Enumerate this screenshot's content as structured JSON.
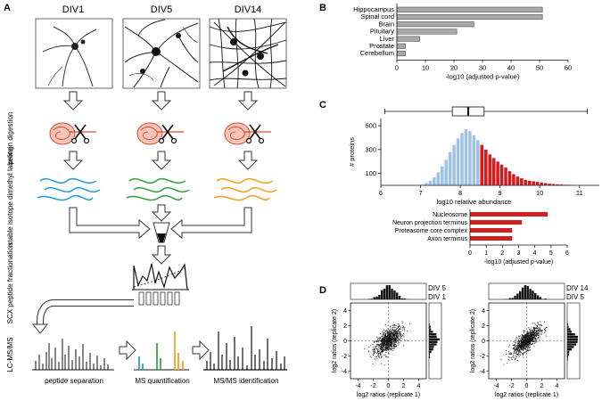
{
  "panels": {
    "a": "A",
    "b": "B",
    "c": "C",
    "d": "D"
  },
  "panel_a": {
    "conditions": [
      "DIV1",
      "DIV5",
      "DIV14"
    ],
    "steps": [
      "protein digestion",
      "stable isotope dimethyl labeling",
      "SCX peptide fractionation",
      "LC-MS/MS"
    ],
    "bottom_labels": [
      "peptide separation",
      "MS quantification",
      "MS/MS identification"
    ]
  },
  "colors": {
    "blue": "#2a9fd6",
    "green": "#3aa34a",
    "orange": "#f0a526",
    "protein_red": "#d94a2a",
    "bar_gray": "#a8a8a8",
    "hist_blue": "#9ec3e6",
    "hist_red": "#d7191c",
    "bar_red": "#cc2222"
  },
  "chart_data": [
    {
      "id": "B",
      "type": "bar",
      "orientation": "horizontal",
      "categories": [
        "Hippocampus",
        "Spinal cord",
        "Brain",
        "Pituitary",
        "Liver",
        "Prostate",
        "Cerebellum"
      ],
      "values": [
        51,
        51,
        27,
        21,
        8,
        3,
        3
      ],
      "xlabel": "-log10 (adjusted p-value)",
      "xlim": [
        0,
        60
      ],
      "xticks": [
        "0",
        "10",
        "20",
        "30",
        "40",
        "50",
        "60"
      ]
    },
    {
      "id": "C-histogram",
      "type": "bar",
      "xlabel": "log10 relative abundance",
      "ylabel": "# proteins",
      "xlim": [
        6,
        11.5
      ],
      "ylim": [
        0,
        560
      ],
      "xticks": [
        "6",
        "7",
        "8",
        "9",
        "10",
        "11"
      ],
      "yticks": [
        "100",
        "300",
        "500"
      ],
      "bin_starts": [
        6.9,
        7.0,
        7.1,
        7.2,
        7.3,
        7.4,
        7.5,
        7.6,
        7.7,
        7.8,
        7.9,
        8.0,
        8.1,
        8.2,
        8.3,
        8.4,
        8.5,
        8.6,
        8.7,
        8.8,
        8.9,
        9.0,
        9.1,
        9.2,
        9.3,
        9.4,
        9.5,
        9.6,
        9.7,
        9.8,
        9.9,
        10.0,
        10.1,
        10.2,
        10.3,
        10.4,
        10.5,
        10.6,
        10.7,
        10.8,
        10.9,
        11.0
      ],
      "values": [
        5,
        10,
        20,
        40,
        70,
        110,
        160,
        215,
        280,
        340,
        395,
        440,
        470,
        455,
        420,
        380,
        340,
        300,
        260,
        230,
        200,
        175,
        150,
        120,
        95,
        75,
        60,
        48,
        40,
        35,
        30,
        25,
        20,
        15,
        12,
        10,
        8,
        6,
        5,
        4,
        3,
        2
      ],
      "highlight_from": 8.5,
      "boxplot": {
        "min": 6.1,
        "q1": 7.8,
        "median": 8.2,
        "q3": 8.6,
        "max": 11.2
      }
    },
    {
      "id": "C-bars",
      "type": "bar",
      "orientation": "horizontal",
      "categories": [
        "Nucleosome",
        "Neuron projection terminus",
        "Proteasome core complex",
        "Axon terminus"
      ],
      "values": [
        4.8,
        3.2,
        2.6,
        2.6
      ],
      "xlabel": "-log10 (adjusted p-value)",
      "xlim": [
        0,
        6
      ],
      "xticks": [
        "0",
        "1",
        "2",
        "3",
        "4",
        "5",
        "6"
      ]
    },
    {
      "id": "D-left",
      "type": "scatter",
      "xlabel": "log2 ratios (replicate 1)",
      "ylabel": "log2 ratios (replicate 2)",
      "xlim": [
        -5,
        5
      ],
      "ylim": [
        -5,
        5
      ],
      "xticks": [
        "-4",
        "-2",
        "0",
        "2",
        "4"
      ],
      "yticks": [
        "-4",
        "-2",
        "0",
        "2",
        "4"
      ],
      "marginal_labels": [
        "DIV 5",
        "DIV 1"
      ]
    },
    {
      "id": "D-right",
      "type": "scatter",
      "xlabel": "log2 ratios (replicate 1)",
      "ylabel": "log2 ratios (replicate 2)",
      "xlim": [
        -5,
        5
      ],
      "ylim": [
        -5,
        5
      ],
      "xticks": [
        "-4",
        "-2",
        "0",
        "2",
        "4"
      ],
      "yticks": [
        "-4",
        "-2",
        "0",
        "2",
        "4"
      ],
      "marginal_labels": [
        "DIV 14",
        "DIV 5"
      ]
    }
  ]
}
